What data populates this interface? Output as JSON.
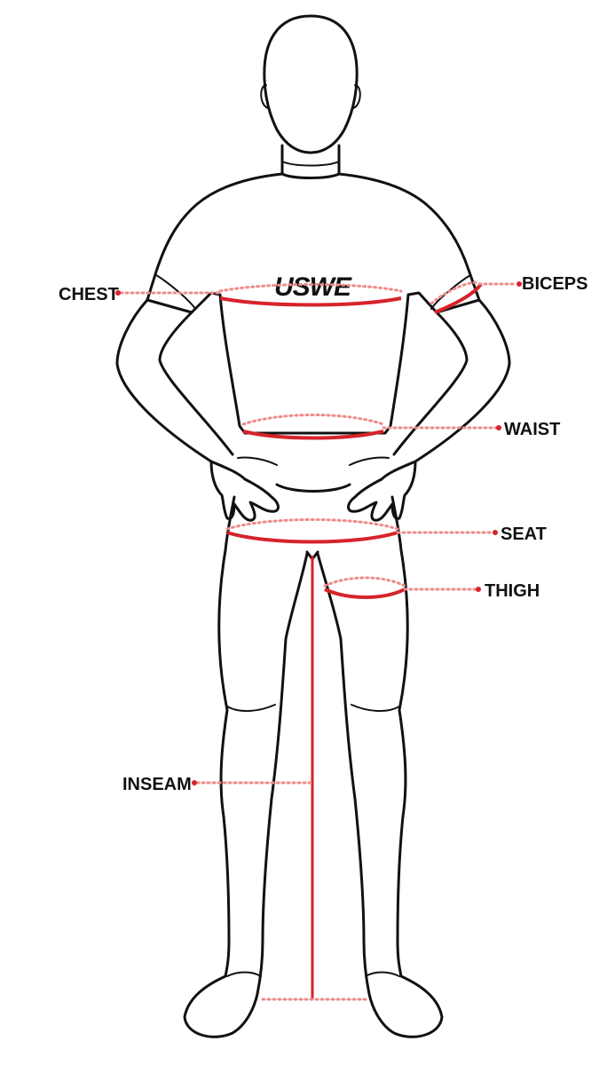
{
  "brand": "USWE",
  "colors": {
    "measure": "#d6232a",
    "measure_light": "#ee8b8b",
    "outline": "#111111"
  },
  "labels": {
    "chest": "CHEST",
    "biceps": "BICEPS",
    "waist": "WAIST",
    "seat": "SEAT",
    "thigh": "THIGH",
    "inseam": "INSEAM"
  }
}
